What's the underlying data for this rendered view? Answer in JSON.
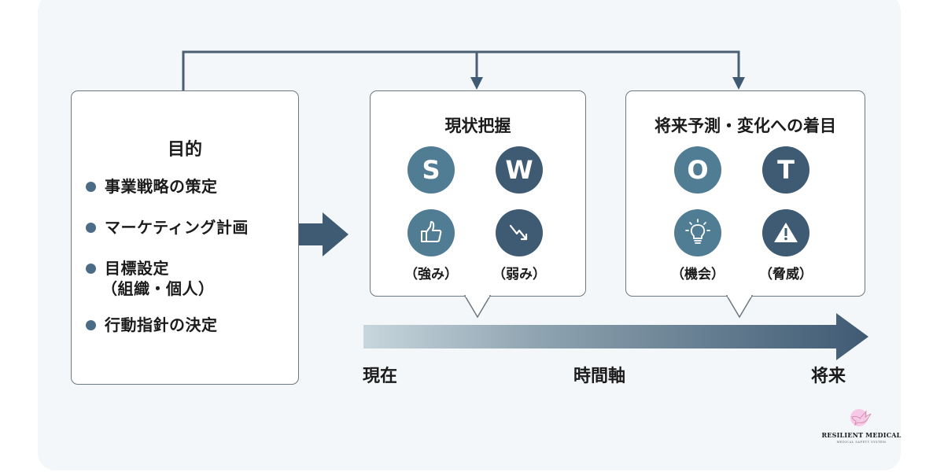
{
  "purpose": {
    "title": "目的",
    "items": [
      {
        "line1": "事業戦略の策定",
        "line2": ""
      },
      {
        "line1": "マーケティング計画",
        "line2": ""
      },
      {
        "line1": "目標設定",
        "line2": "（組織・個人）"
      },
      {
        "line1": "行動指針の決定",
        "line2": ""
      }
    ]
  },
  "current_state": {
    "title": "現状把握",
    "factors": [
      {
        "letter": "S",
        "icon": "thumbs-up-icon",
        "label": "（強み）"
      },
      {
        "letter": "W",
        "icon": "trend-down-icon",
        "label": "（弱み）"
      }
    ]
  },
  "future_forecast": {
    "title": "将来予測・変化への着目",
    "factors": [
      {
        "letter": "O",
        "icon": "lightbulb-icon",
        "label": "（機会）"
      },
      {
        "letter": "T",
        "icon": "warning-icon",
        "label": "（脅威）"
      }
    ]
  },
  "timeline": {
    "start_label": "現在",
    "axis_label": "時間軸",
    "end_label": "将来"
  },
  "brand": {
    "name": "RESILIENT MEDICAL",
    "tagline": "MEDICAL SAFETY SYSTEM"
  },
  "colors": {
    "accent_dark": "#3f5a73",
    "accent_light": "#517d94",
    "panel_bg": "#f3f7f9"
  }
}
